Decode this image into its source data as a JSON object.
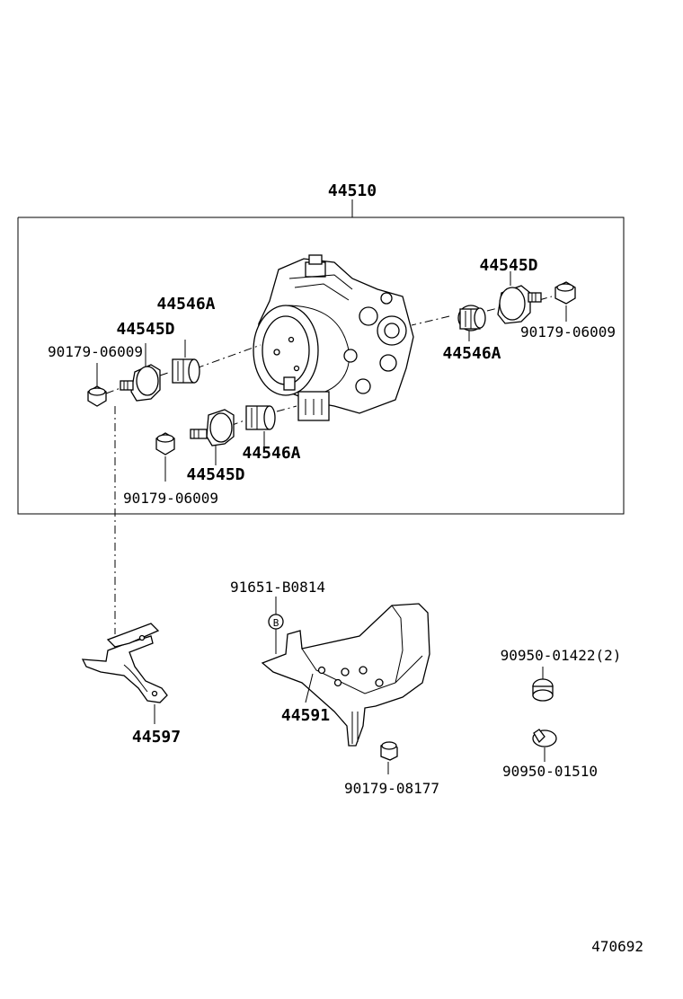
{
  "diagram": {
    "assembly_label": "44510",
    "labels": {
      "top_right_cushion": "44545D",
      "top_right_bolt": "90179-06009",
      "top_right_grommet": "44546A",
      "top_left_grommet": "44546A",
      "top_left_cushion": "44545D",
      "top_left_bolt": "90179-06009",
      "bottom_grommet": "44546A",
      "bottom_cushion": "44545D",
      "bottom_bolt": "90179-06009",
      "bracket_left": "44597",
      "bracket_main": "44591",
      "main_bracket_bolt": "91651-B0814",
      "main_bracket_nut": "90179-08177",
      "clip_1": "90950-01422(2)",
      "clip_2": "90950-01510",
      "bolt_marker": "B"
    },
    "diagram_id": "470692"
  }
}
